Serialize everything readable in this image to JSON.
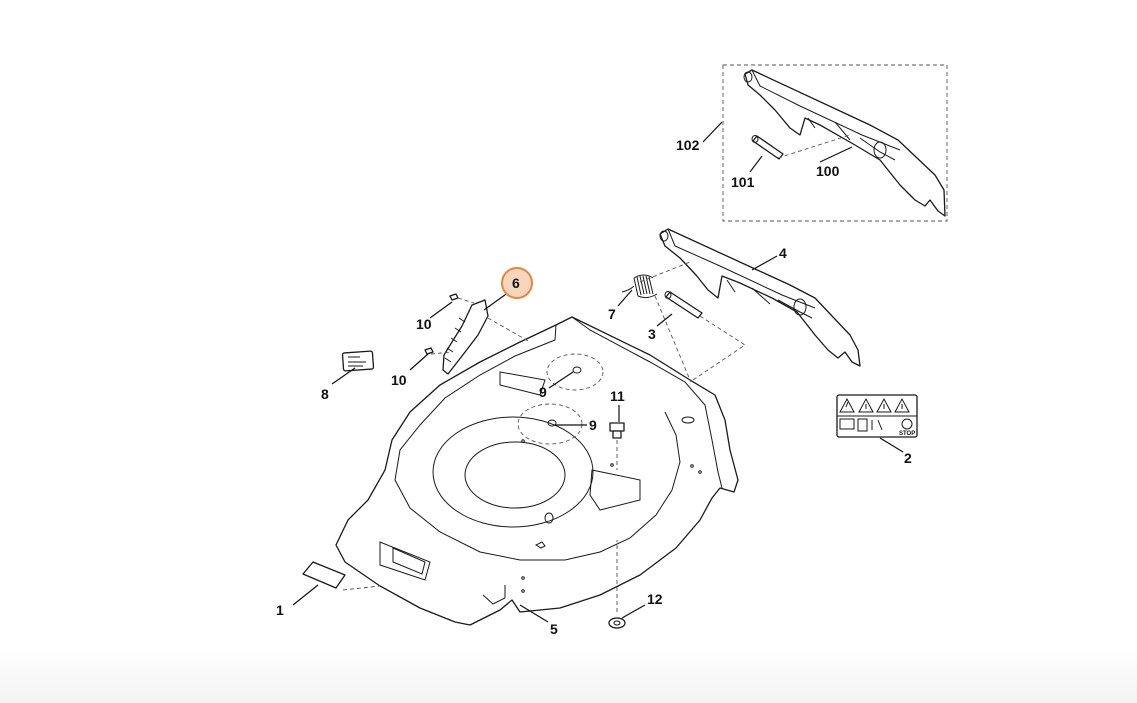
{
  "diagram": {
    "callouts": [
      {
        "id": "1",
        "label": "1"
      },
      {
        "id": "2",
        "label": "2"
      },
      {
        "id": "3",
        "label": "3"
      },
      {
        "id": "4",
        "label": "4"
      },
      {
        "id": "5",
        "label": "5"
      },
      {
        "id": "6",
        "label": "6",
        "highlighted": true
      },
      {
        "id": "7",
        "label": "7"
      },
      {
        "id": "8",
        "label": "8"
      },
      {
        "id": "9a",
        "label": "9"
      },
      {
        "id": "9b",
        "label": "9"
      },
      {
        "id": "10a",
        "label": "10"
      },
      {
        "id": "10b",
        "label": "10"
      },
      {
        "id": "11",
        "label": "11"
      },
      {
        "id": "12",
        "label": "12"
      },
      {
        "id": "100",
        "label": "100"
      },
      {
        "id": "101",
        "label": "101"
      },
      {
        "id": "102",
        "label": "102"
      }
    ],
    "decal_stop_text": "STOP",
    "highlight_color": "#e8873a"
  }
}
